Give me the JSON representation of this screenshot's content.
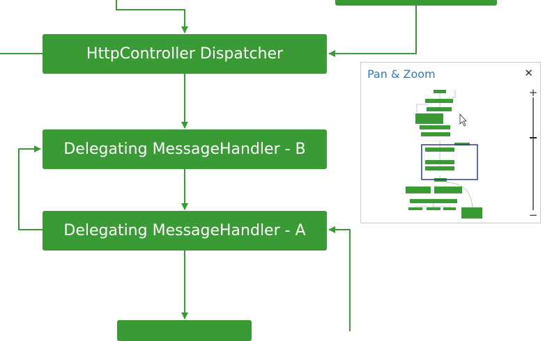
{
  "diagram": {
    "nodes": [
      {
        "id": "top-right",
        "label": ""
      },
      {
        "id": "dispatcher",
        "label": "HttpController Dispatcher"
      },
      {
        "id": "handler-b",
        "label": "Delegating MessageHandler - B"
      },
      {
        "id": "handler-a",
        "label": "Delegating MessageHandler - A"
      },
      {
        "id": "bottom",
        "label": ""
      }
    ],
    "colors": {
      "node": "#3a9a35",
      "edge": "#3a9a35",
      "node_text": "#ffffff"
    }
  },
  "panzoom": {
    "title": "Pan & Zoom",
    "close_icon": "close-icon",
    "zoom_in_icon": "plus-icon",
    "zoom_out_icon": "minus-icon",
    "zoom_level": 0.5,
    "colors": {
      "title": "#2f7bbd",
      "viewport": "#2b3a8f",
      "node": "#3a9a35"
    }
  }
}
